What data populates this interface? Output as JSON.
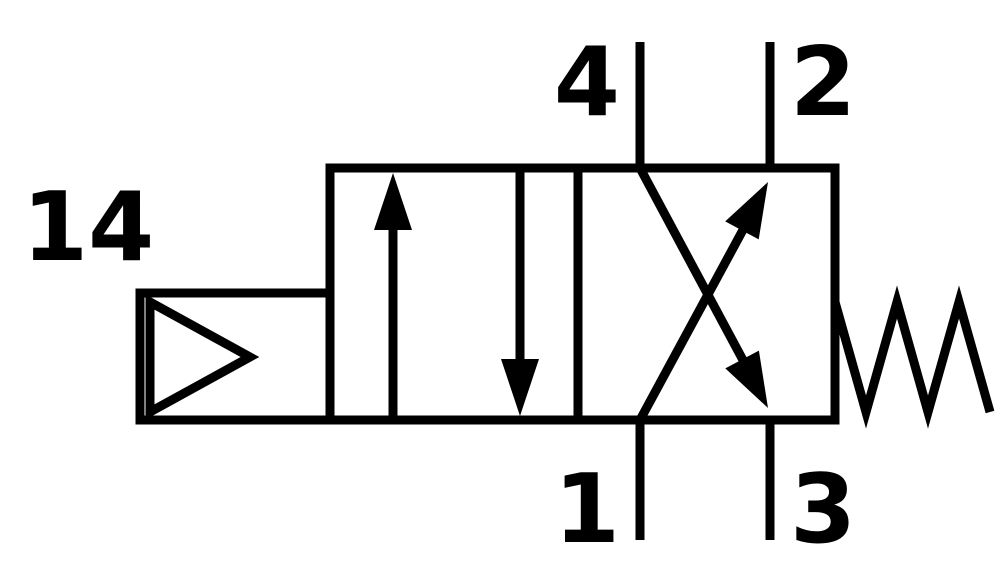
{
  "diagram": {
    "symbol": "directional-control-valve",
    "stroke_color": "#000000",
    "background_color": "#ffffff"
  },
  "labels": {
    "pilot": "14",
    "port_top_left": "4",
    "port_top_right": "2",
    "port_bottom_left": "1",
    "port_bottom_right": "3"
  },
  "icons": {
    "pilot_actuator": "pilot-triangle-icon",
    "return_spring": "spring-icon",
    "left_position_flows": "straight-arrows-up-down",
    "right_position_flows": "crossed-arrows"
  }
}
